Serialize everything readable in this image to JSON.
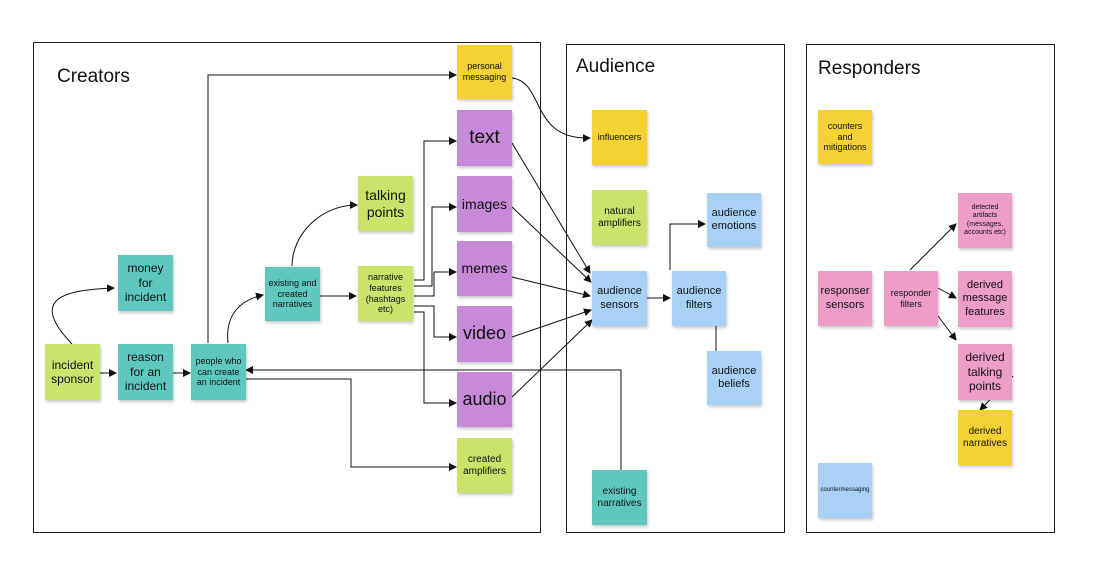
{
  "panels": {
    "creators": {
      "title": "Creators"
    },
    "audience": {
      "title": "Audience"
    },
    "responders": {
      "title": "Responders"
    }
  },
  "notes": {
    "personal_messaging": "personal messaging",
    "text": "text",
    "images": "images",
    "memes": "memes",
    "video": "video",
    "audio": "audio",
    "created_amplifiers": "created amplifiers",
    "talking_points": "talking points",
    "narrative_features": "narrative features (hashtags etc)",
    "existing_created_narratives": "existing and created narratives",
    "money_for_incident": "money for incident",
    "incident_sponsor": "incident sponsor",
    "reason_for_incident": "reason for an incident",
    "people_who_can_create": "people who can create an incident",
    "influencers": "influencers",
    "natural_amplifiers": "natural amplifiers",
    "audience_emotions": "audience emotions",
    "audience_sensors": "audience sensors",
    "audience_filters": "audience filters",
    "audience_beliefs": "audience beliefs",
    "existing_narratives": "existing narratives",
    "counters_mitigations": "counters and mitigations",
    "detected_artifacts": "detected artifacts (messages, accounts etc)",
    "responser_sensors": "responser sensors",
    "responder_filters": "responder filters",
    "derived_message_features": "derived message features",
    "derived_talking_points": "derived talking points",
    "derived_narratives": "derived narratives",
    "countermessaging": "countermessaging"
  },
  "colors": {
    "yellow": "#f5d233",
    "green": "#c9e36b",
    "teal": "#5ec8bf",
    "purple": "#c68ad8",
    "blue": "#a9d1f5",
    "pink": "#ee9dc9"
  }
}
